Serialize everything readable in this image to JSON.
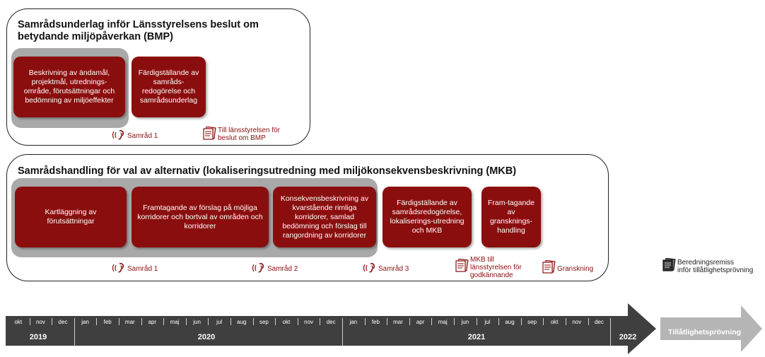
{
  "panel1": {
    "title_line1": "Samrådsunderlag inför Länsstyrelsens beslut om",
    "title_line2": "betydande miljöpåverkan (BMP)",
    "box1": "Beskrivning av ändamål, projektmål, utrednings-område, förutsättningar och bedömning av miljöeffekter",
    "box2": "Färdigställande av samråds-redogörelse och samrådsunderlag",
    "samrad_label": "Samråd 1",
    "doc_label_line1": "Till länsstyrelsen för",
    "doc_label_line2": "beslut om BMP"
  },
  "panel2": {
    "title": "Samrådshandling för val av alternativ (lokaliseringsutredning med miljökonsekvensbeskrivning (MKB)",
    "box1": "Kartläggning av förutsättningar",
    "box2": "Framtagande av förslag på möjliga korridorer och bortval av områden och korridorer",
    "box3": "Konsekvensbeskrivning av kvarstående rimliga korridorer, samlad bedömning och förslag till rangordning av korridorer",
    "box4": "Färdigställande av samrådsredogörelse, lokaliserings-utredning och MKB",
    "box5": "Fram-tagande av gransknings-handling",
    "samrad1": "Samråd 1",
    "samrad2": "Samråd 2",
    "samrad3": "Samråd 3",
    "mkb_line1": "MKB till",
    "mkb_line2": "länsstyrelsen för",
    "mkb_line3": "godkännande",
    "granskning": "Granskning"
  },
  "remiss": {
    "line1": "Beredningsremiss",
    "line2": "inför tillåtlighetsprövning"
  },
  "timeline": {
    "months_2019": [
      "okt",
      "nov",
      "dec"
    ],
    "months_2020": [
      "jan",
      "feb",
      "mar",
      "apr",
      "maj",
      "jun",
      "jul",
      "aug",
      "sep",
      "okt",
      "nov",
      "dec"
    ],
    "months_2021": [
      "jan",
      "feb",
      "mar",
      "apr",
      "maj",
      "jun",
      "jul",
      "aug",
      "sep",
      "okt",
      "nov",
      "dec"
    ],
    "year_2019": "2019",
    "year_2020": "2020",
    "year_2021": "2021",
    "year_2022": "2022",
    "final_stage": "Tillåtlighetsprövning"
  },
  "colors": {
    "accent_red": "#8b0e0e",
    "band_grey": "#a9a9a9",
    "timeline_dark": "#3f3f3f",
    "arrow_grey": "#b5b5b5"
  },
  "icons": {
    "ear": "ear-sound-icon",
    "document": "document-stack-icon"
  }
}
